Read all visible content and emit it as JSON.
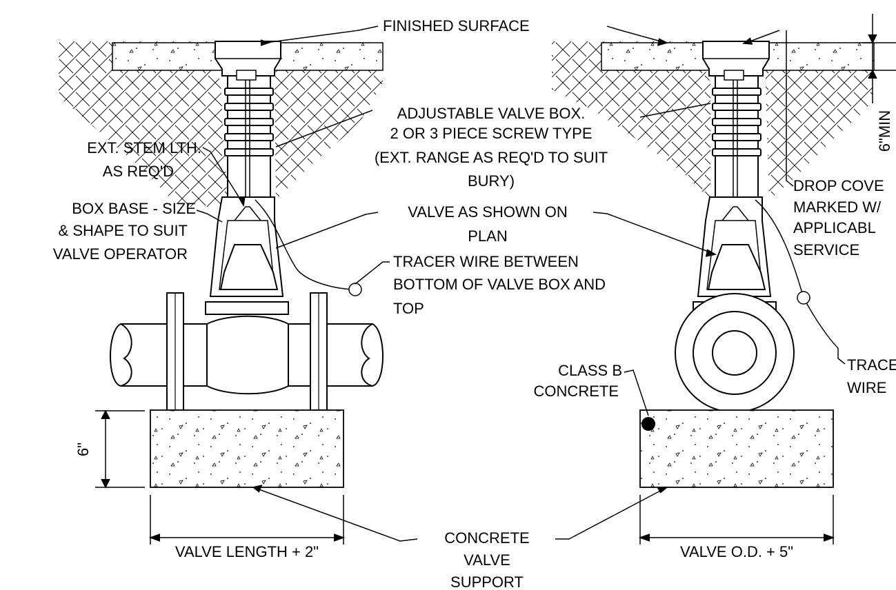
{
  "labels": {
    "finished_surface": "FINISHED SURFACE",
    "adjustable_box": [
      "ADJUSTABLE VALVE BOX.",
      "2 OR 3 PIECE SCREW TYPE",
      "(EXT. RANGE AS REQ'D TO SUIT",
      "BURY)"
    ],
    "ext_stem": [
      "EXT. STEM LTH.",
      "AS REQ'D"
    ],
    "box_base": [
      "BOX BASE - SIZE",
      "& SHAPE TO SUIT",
      "VALVE OPERATOR"
    ],
    "valve_shown": [
      "VALVE AS SHOWN ON",
      "PLAN"
    ],
    "tracer_between": [
      "TRACER WIRE BETWEEN",
      "BOTTOM OF VALVE BOX AND",
      "TOP"
    ],
    "drop_cover": [
      "DROP COVE",
      "MARKED W/",
      "APPLICABL",
      "SERVICE"
    ],
    "tracer_wire_right": [
      "TRACER",
      "WIRE"
    ],
    "class_b": [
      "CLASS B",
      "CONCRETE"
    ],
    "six_inch": "6\"",
    "six_min": "6\"MIN",
    "valve_length": "VALVE LENGTH + 2\"",
    "valve_od": "VALVE O.D. + 5\"",
    "concrete_support": [
      "CONCRETE",
      "VALVE",
      "SUPPORT"
    ]
  }
}
